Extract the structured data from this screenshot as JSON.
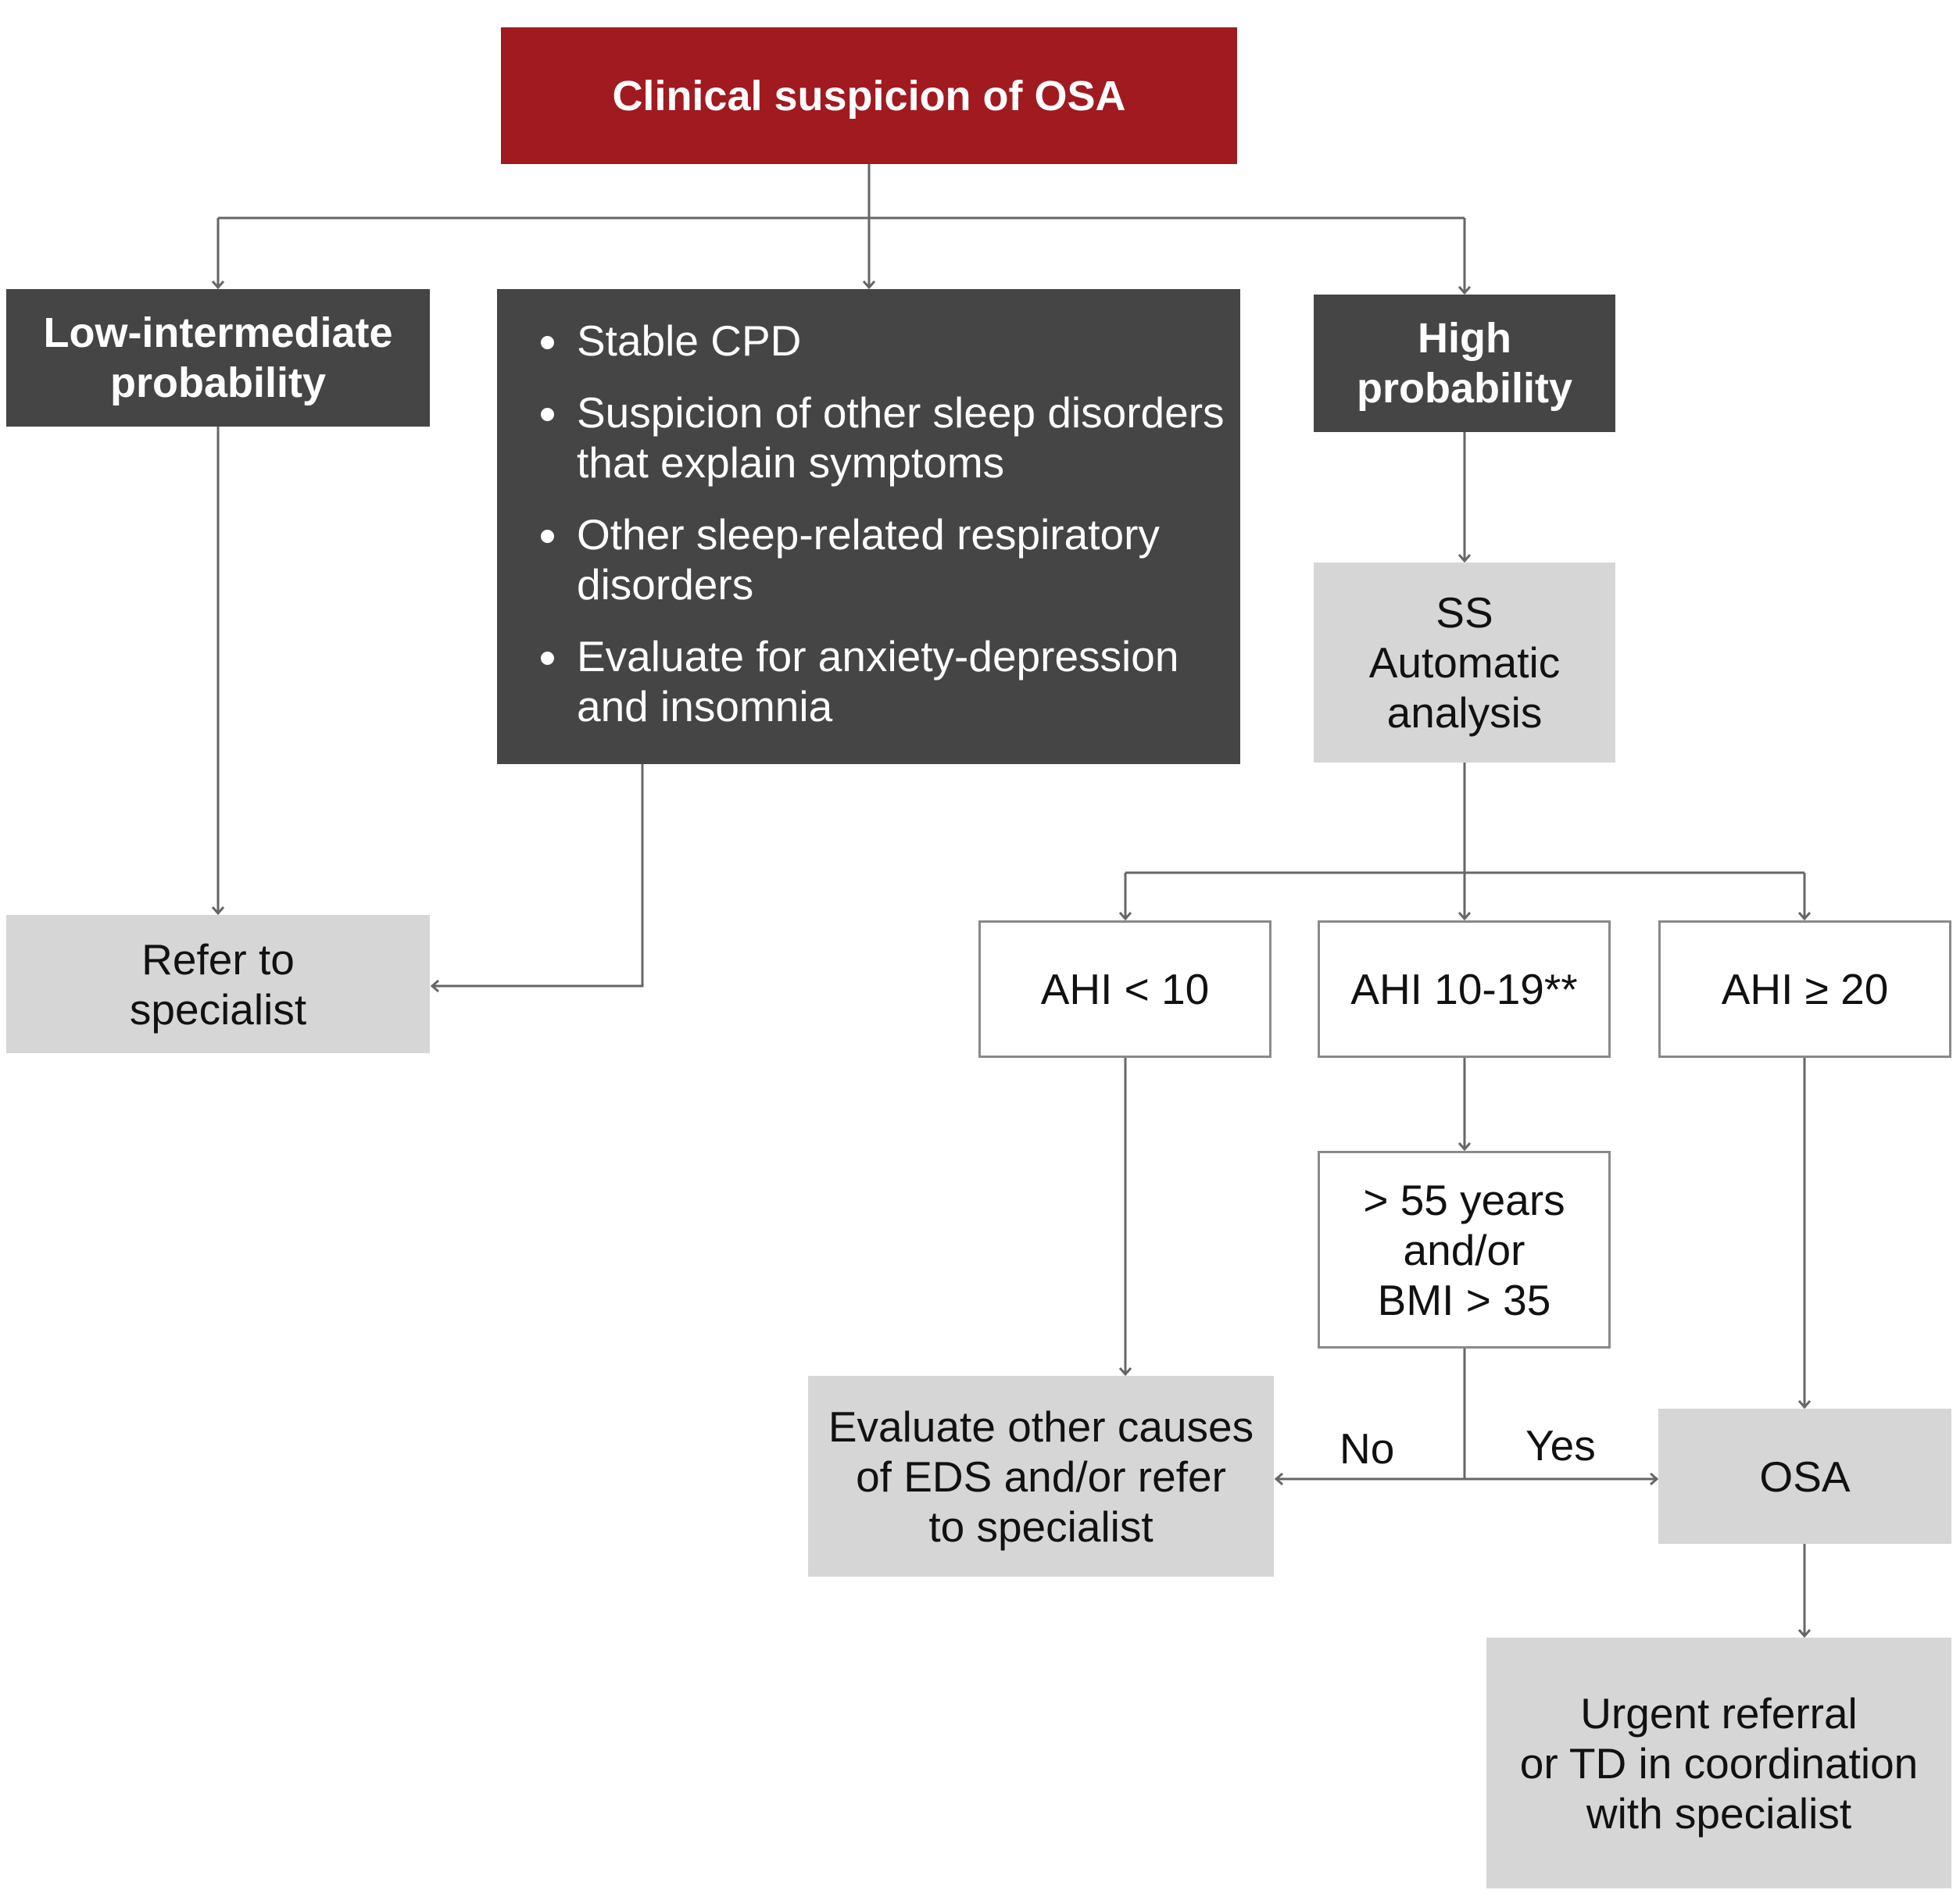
{
  "title": "Clinical suspicion of OSA",
  "colors": {
    "accent_red": "#a01a20",
    "dark_box": "#454545",
    "light_box": "#d6d6d6",
    "connector": "#666666"
  },
  "nodes": {
    "low_intermediate": "Low-intermediate\nprobability",
    "middle_bullets": [
      "Stable CPD",
      "Suspicion of other sleep disorders that explain symptoms",
      "Other sleep-related respiratory disorders",
      "Evaluate for anxiety-depression and insomnia"
    ],
    "high": "High\nprobability",
    "ss_analysis": "SS\nAutomatic\nanalysis",
    "refer": "Refer to\nspecialist",
    "ahi_low": "AHI < 10",
    "ahi_mid": "AHI 10-19**",
    "ahi_high": "AHI ≥ 20",
    "age_bmi": "> 55 years\nand/or\nBMI > 35",
    "evaluate": "Evaluate other causes\nof EDS and/or refer\nto specialist",
    "osa": "OSA",
    "urgent": "Urgent referral\nor TD in coordination\nwith specialist"
  },
  "edge_labels": {
    "no": "No",
    "yes": "Yes"
  }
}
